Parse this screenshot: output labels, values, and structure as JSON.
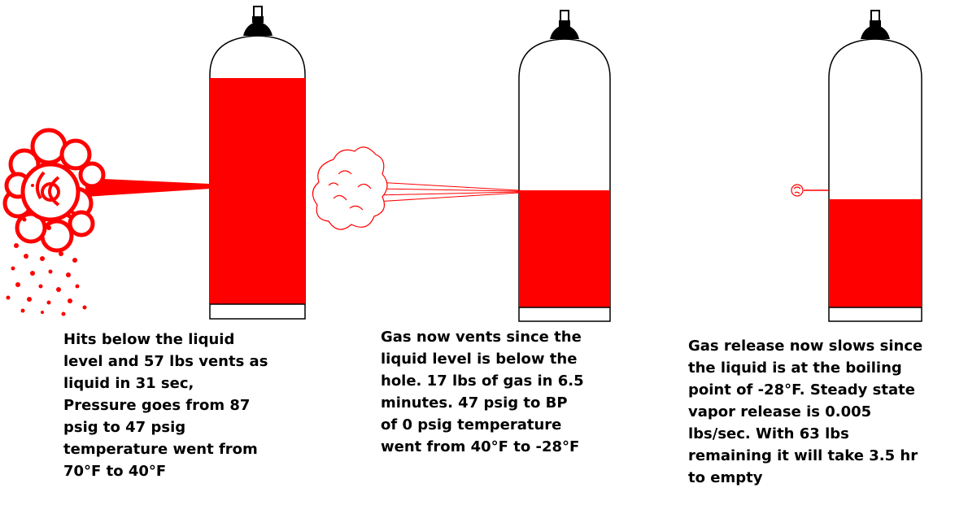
{
  "stages": [
    {
      "id": "stage-1",
      "caption": "Hits below the liquid\nlevel and 57 lbs vents as\nliquid in 31 sec,\nPressure goes from 87\npsig to 47 psig\ntemperature went from\n70°F to 40°F",
      "liquid_level_fraction": 0.98,
      "release": "liquid spray"
    },
    {
      "id": "stage-2",
      "caption": "Gas now vents since the\nliquid level is below the\nhole. 17 lbs of gas in 6.5\nminutes.  47 psig to BP\nof 0 psig temperature\nwent from 40°F to -28°F",
      "liquid_level_fraction": 0.48,
      "release": "gas cloud"
    },
    {
      "id": "stage-3",
      "caption": "Gas release now slows since\nthe liquid is at the boiling\npoint of -28°F. Steady state\nvapor release is 0.005\nlbs/sec. With 63 lbs\nremaining it will take 3.5 hr\nto empty",
      "liquid_level_fraction": 0.44,
      "release": "small vapor puff"
    }
  ],
  "colors": {
    "liquid": "#ff0000",
    "outline": "#000000",
    "valve": "#000000",
    "background": "#ffffff"
  },
  "icons": [
    "cylinder-icon",
    "valve-icon",
    "spray-cloud-icon",
    "gas-cloud-icon",
    "vapor-puff-icon"
  ]
}
